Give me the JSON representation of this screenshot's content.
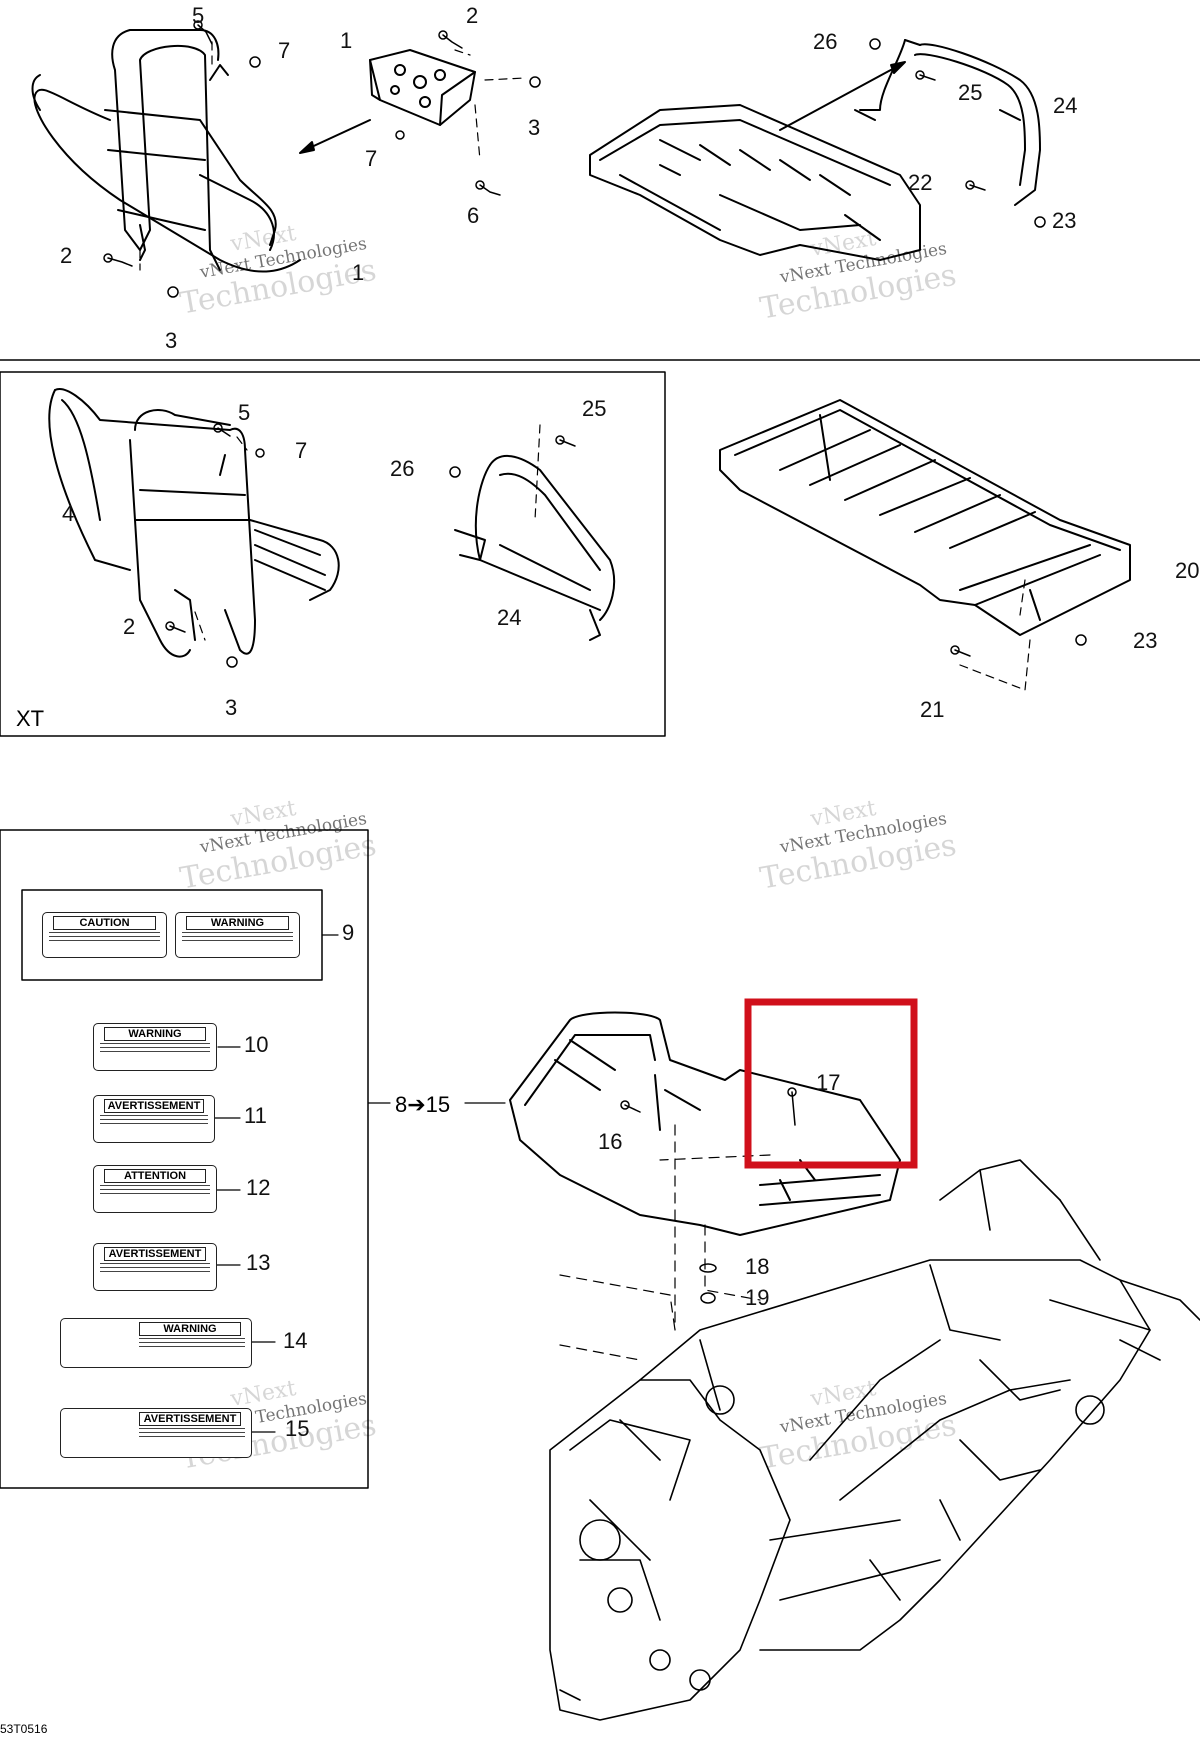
{
  "diagram": {
    "footer_code": "53T0516",
    "section_tag": "XT",
    "arrow_label": "8➔15",
    "watermark": {
      "line1": "vNext",
      "line2": "vNext Technologies",
      "line3": "Technologies"
    },
    "callouts": {
      "top_left": [
        "5",
        "2",
        "7",
        "1",
        "3",
        "7",
        "6",
        "2",
        "3",
        "1"
      ],
      "top_right": [
        "26",
        "25",
        "24",
        "22",
        "23"
      ],
      "xt_left": [
        "5",
        "7",
        "4",
        "2",
        "3"
      ],
      "xt_mid": [
        "26",
        "25",
        "24"
      ],
      "right_rack": [
        "20",
        "23",
        "21"
      ],
      "decals": [
        "9",
        "10",
        "11",
        "12",
        "13",
        "14",
        "15"
      ],
      "bottom": [
        "17",
        "16",
        "18",
        "19"
      ]
    },
    "decal_titles": {
      "caution": "CAUTION",
      "warning": "WARNING",
      "warning10": "WARNING",
      "avert11": "AVERTISSEMENT",
      "attention12": "ATTENTION",
      "avert13": "AVERTISSEMENT",
      "warning14": "WARNING",
      "avert15": "AVERTISSEMENT"
    },
    "highlight_color": "#d0101b"
  }
}
